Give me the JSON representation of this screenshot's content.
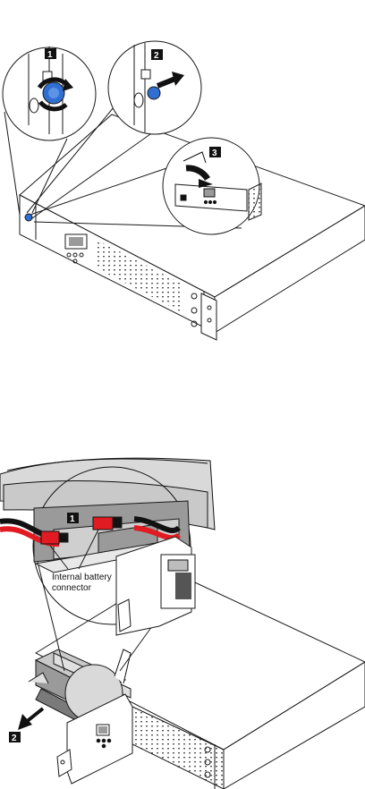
{
  "figure_top": {
    "callouts": [
      {
        "id": "1",
        "text": "1"
      },
      {
        "id": "2",
        "text": "2"
      },
      {
        "id": "3",
        "text": "3"
      }
    ]
  },
  "figure_bottom": {
    "callouts": [
      {
        "id": "1",
        "text": "1"
      },
      {
        "id": "2",
        "text": "2"
      }
    ],
    "label_line1": "Internal battery",
    "label_line2": "connector"
  },
  "colors": {
    "stroke": "#1a1a1a",
    "screw_blue": "#2f6fd1",
    "cable_red": "#e11b22",
    "shade": "#d9d9d9",
    "dark_shade": "#8c8c8c"
  }
}
